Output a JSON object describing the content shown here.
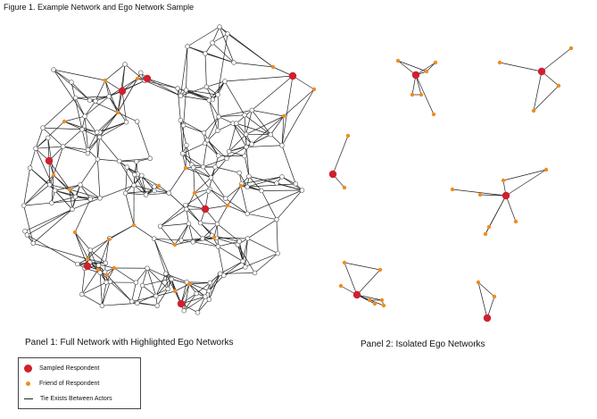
{
  "figure": {
    "title": "Figure 1.  Example Network and Ego Network Sample"
  },
  "panels": {
    "panel1_caption": "Panel 1: Full Network with Highlighted Ego Networks",
    "panel2_caption": "Panel 2: Isolated Ego Networks"
  },
  "legend": {
    "sampled": "Sampled Respondent",
    "friend": "Friend of Respondent",
    "tie": "Tie Exists Between Actors"
  },
  "colors": {
    "sampled": "#d0202e",
    "friend": "#f08c1e",
    "actor_fill": "#ffffff",
    "actor_stroke": "#555555",
    "edge": "#222222"
  }
}
